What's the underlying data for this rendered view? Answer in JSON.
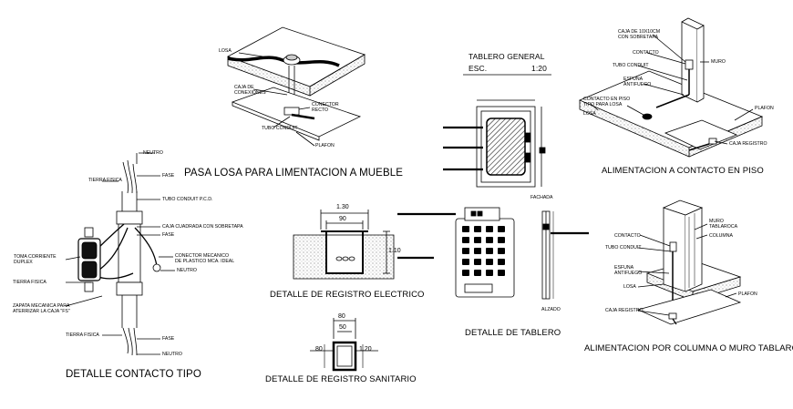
{
  "drawing": {
    "pasa_losa": {
      "title": "PASA LOSA PARA LIMENTACION A MUEBLE",
      "labels": {
        "losa": "LOSA",
        "caja": "CAJA DE\nCONEXIONES",
        "conector": "CONECTOR\nRECTO",
        "tubo": "TUBO CONDUIT",
        "plafon": "PLAFON"
      }
    },
    "contacto_tipo": {
      "title": "DETALLE CONTACTO TIPO",
      "labels": {
        "neutro_top": "NEUTRO",
        "tierra_fisica_top": "TIERRA FISICA",
        "fase_top": "FASE",
        "tubo_pcd": "TUBO CONDUIT P.C.D.",
        "caja_cuadrada": "CAJA CUADRADA CON SOBRETAPA",
        "fase_mid": "FASE",
        "toma": "TOMA CORRIENTE\nDUPLEX",
        "conector_mecanico": "CONECTOR MECANICO\nDE PLASTICO MCA. IDEAL",
        "neutro_mid": "NEUTRO",
        "tierra_fisica_mid": "TIERRA FISICA",
        "zapata": "ZAPATA MECANICA PARA\nATERRIZAR LA CAJA \"FS\"",
        "tierra_fisica_bot": "TIERRA FISICA",
        "fase_bot": "FASE",
        "neutro_bot": "NEUTRO"
      }
    },
    "registro_electrico": {
      "title": "DETALLE DE REGISTRO ELECTRICO",
      "dims": {
        "outer": "1.30",
        "inner": "90",
        "height": "1.10"
      }
    },
    "registro_sanitario": {
      "title": "DETALLE DE REGISTRO SANITARIO",
      "dims": {
        "top": "80",
        "inner": "50",
        "left": "80",
        "right": "1.20"
      }
    },
    "tablero": {
      "header": "TABLERO GENERAL",
      "scale_label": "ESC.",
      "scale_value": "1:20",
      "fachada": "FACHADA",
      "alzado": "ALZADO",
      "title": "DETALLE DE TABLERO"
    },
    "contacto_piso": {
      "title": "ALIMENTACION A CONTACTO EN PISO",
      "labels": {
        "caja": "CAJA DE 10X10cm\nCON SOBRETAPA",
        "contacto": "CONTACTO",
        "muro": "MURO",
        "tubo": "TUBO CONDUIT",
        "esfuna": "ESFUNA\nANTIFUEGO",
        "contacto_piso": "CONTACTO EN PISO\nTIPO PARA LOSA",
        "losa": "LOSA",
        "plafon": "PLAFON",
        "caja_registro": "CAJA REGISTRO"
      }
    },
    "columna": {
      "title": "ALIMENTACION POR COLUMNA O MURO TABLAROCA",
      "labels": {
        "muro": "MURO\nTABLAROCA",
        "columna": "COLUMNA",
        "contacto": "CONTACTO",
        "tubo": "TUBO CONDUIT",
        "esfuna": "ESFUNA\nANTIFUEGO",
        "losa": "LOSA",
        "plafon": "PLAFON",
        "caja_registro": "CAJA REGISTRO"
      }
    }
  }
}
